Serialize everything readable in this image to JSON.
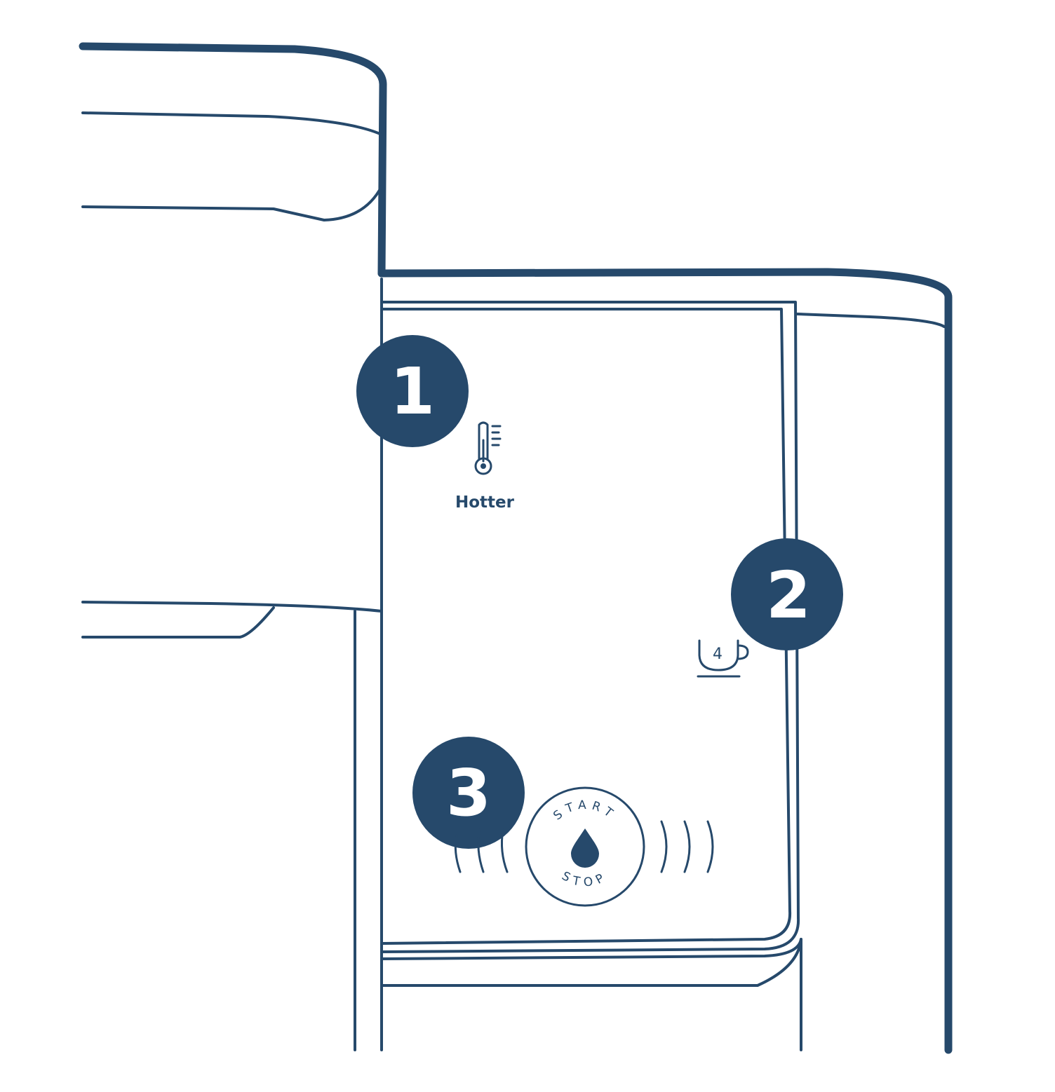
{
  "colors": {
    "ink": "#26496b",
    "background": "#ffffff"
  },
  "callouts": [
    {
      "number": "1"
    },
    {
      "number": "2"
    },
    {
      "number": "3"
    }
  ],
  "controls": {
    "temperature": {
      "icon": "thermometer-icon",
      "label": "Hotter"
    },
    "cup_size": {
      "icon": "cup-icon",
      "value": "4"
    },
    "brew_button": {
      "icon": "water-drop-icon",
      "top_label": "START",
      "bottom_label": "STOP"
    }
  }
}
